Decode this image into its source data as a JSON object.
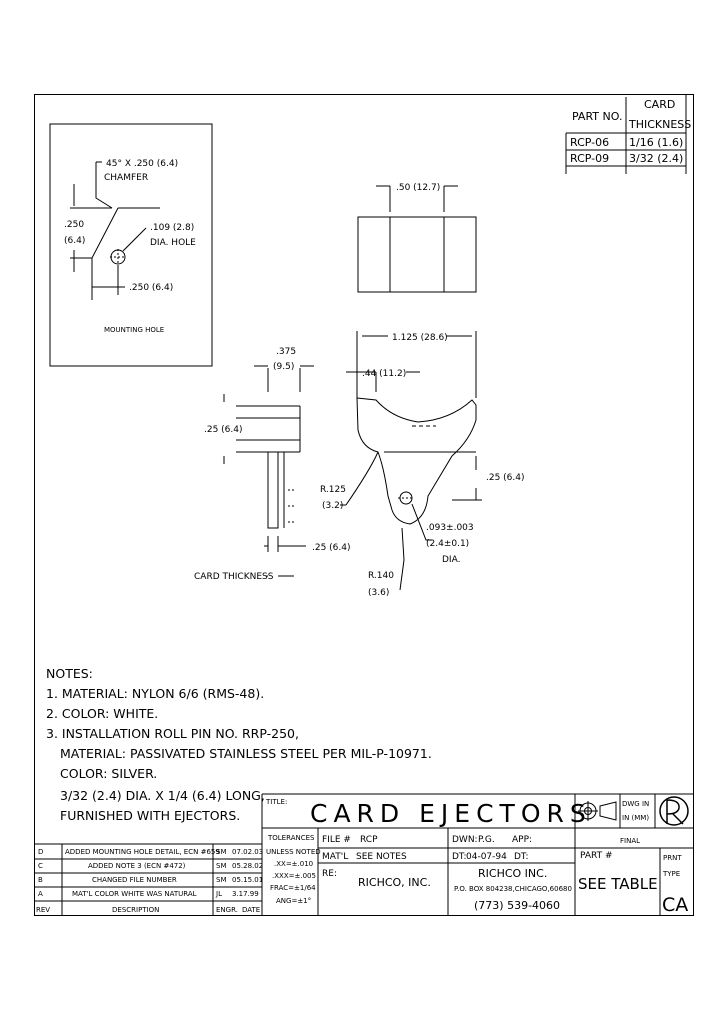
{
  "part_table": {
    "header_part": "PART NO.",
    "header_card": "CARD",
    "header_thickness": "THICKNESS",
    "rows": [
      {
        "part": "RCP-06",
        "thickness": "1/16 (1.6)"
      },
      {
        "part": "RCP-09",
        "thickness": "3/32 (2.4)"
      }
    ]
  },
  "mounting_hole": {
    "chamfer_label_1": "45° X .250 (6.4)",
    "chamfer_label_2": "CHAMFER",
    "height_in": ".250",
    "height_mm": "(6.4)",
    "hole_label_1": ".109 (2.8)",
    "hole_label_2": "DIA. HOLE",
    "width_label": ".250 (6.4)",
    "caption": "MOUNTING HOLE"
  },
  "top_view": {
    "width_label": ".50 (12.7)"
  },
  "side_view": {
    "dim_375": ".375",
    "dim_375_mm": "(9.5)",
    "dim_25": ".25 (6.4)",
    "dim_25_bottom": ".25 (6.4)",
    "card_thickness": "CARD THICKNESS"
  },
  "front_view": {
    "overall": "1.125 (28.6)",
    "dim_44": ".44 (11.2)",
    "r125": "R.125",
    "r125_mm": "(3.2)",
    "dim_25_right": ".25 (6.4)",
    "hole_1": ".093±.003",
    "hole_2": "(2.4±0.1)",
    "hole_3": "DIA.",
    "r140": "R.140",
    "r140_mm": "(3.6)"
  },
  "notes": {
    "heading": "NOTES:",
    "lines": [
      "1. MATERIAL: NYLON 6/6 (RMS-48).",
      "2. COLOR: WHITE.",
      "3. INSTALLATION ROLL PIN NO. RRP-250,",
      "MATERIAL: PASSIVATED STAINLESS STEEL PER MIL-P-10971.",
      "COLOR: SILVER.",
      "3/32 (2.4) DIA. X 1/4 (6.4) LONG,",
      "FURNISHED WITH EJECTORS."
    ]
  },
  "revisions": {
    "rows": [
      {
        "rev": "D",
        "desc": "ADDED MOUNTING HOLE DETAIL, ECN #659",
        "engr": "SM",
        "date": "07.02.03"
      },
      {
        "rev": "C",
        "desc": "ADDED NOTE 3 (ECN #472)",
        "engr": "SM",
        "date": "05.28.02"
      },
      {
        "rev": "B",
        "desc": "CHANGED FILE NUMBER",
        "engr": "SM",
        "date": "05.15.01"
      },
      {
        "rev": "A",
        "desc": "MAT'L COLOR WHITE WAS NATURAL",
        "engr": "JL",
        "date": "3.17.99"
      }
    ],
    "hdr_rev": "REV",
    "hdr_desc": "DESCRIPTION",
    "hdr_engr": "ENGR.",
    "hdr_date": "DATE"
  },
  "title_block": {
    "title_label": "TITLE:",
    "title": "CARD EJECTORS",
    "dwg_in_1": "DWG IN",
    "dwg_in_2": "IN (MM)",
    "final": "FINAL",
    "tol_1": "TOLERANCES",
    "tol_2": "UNLESS NOTED",
    "tol_3": ".XX=±.010",
    "tol_4": ".XXX=±.005",
    "tol_5": "FRAC=±1/64",
    "tol_6": "ANG=±1°",
    "file_label": "FILE #",
    "file_value": "RCP",
    "dwn_label": "DWN:",
    "dwn_value": "P.G.",
    "app_label": "APP:",
    "matl_label": "MAT'L",
    "matl_value": "SEE NOTES",
    "dt_label": "DT:",
    "dt_value": "04-07-94",
    "dt_suffix": "DT:",
    "re_label": "RE:",
    "re_value": "RICHCO, INC.",
    "company": "RICHCO INC.",
    "address": "P.O. BOX 804238,CHICAGO,60680",
    "phone": "(773) 539-4060",
    "part_label": "PART #",
    "part_value": "SEE TABLE",
    "print_1": "PRNT",
    "print_2": "TYPE",
    "print_value": "CA"
  }
}
